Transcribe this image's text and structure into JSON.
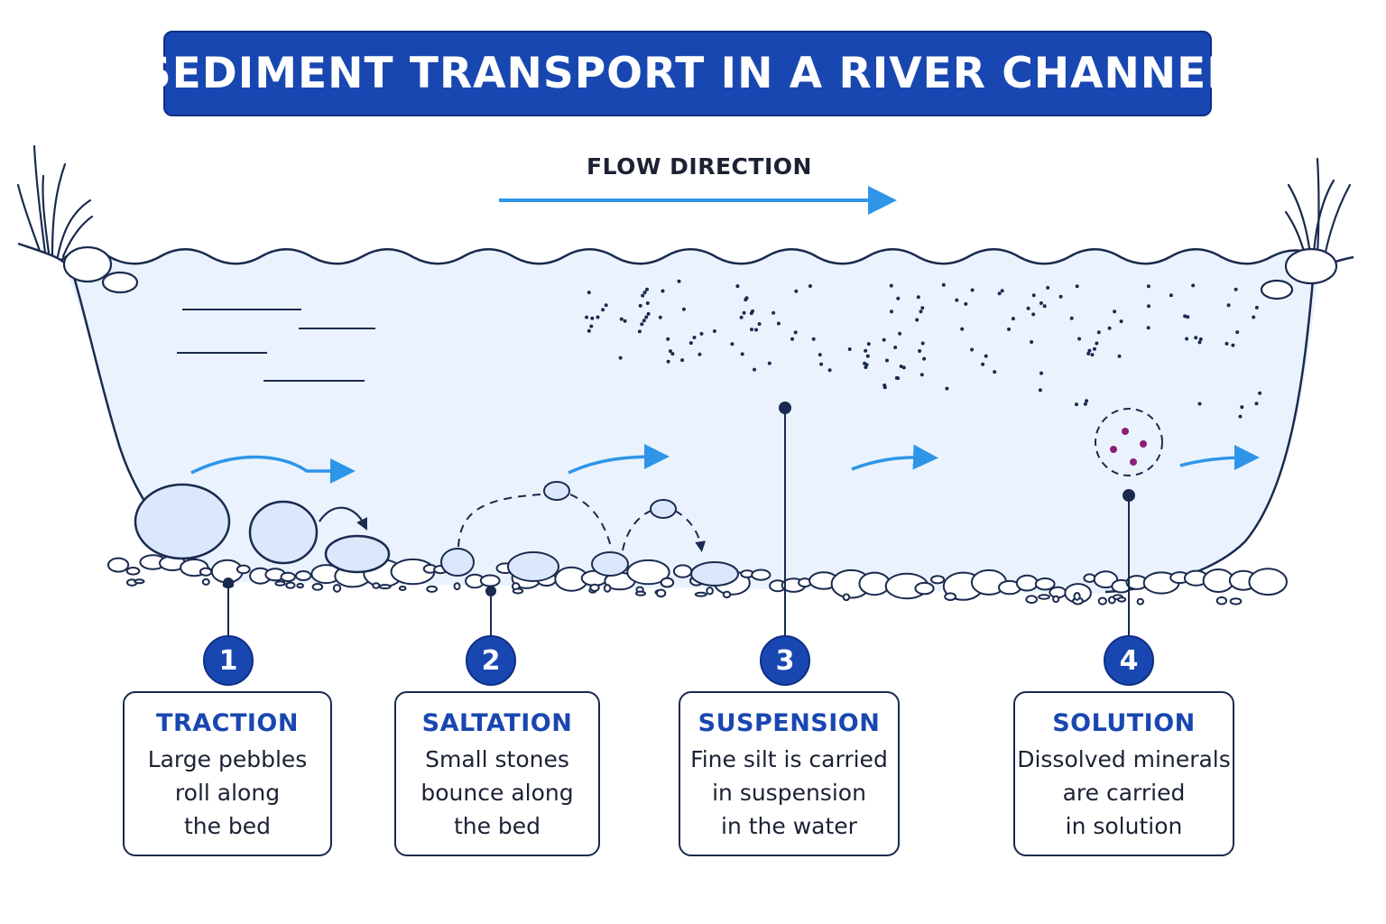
{
  "title": "SEDIMENT TRANSPORT IN A RIVER CHANNEL",
  "flow_label": "FLOW DIRECTION",
  "colors": {
    "accent": "#1947b1",
    "water": "#eaf3fd",
    "arrow": "#2f95e8",
    "outline": "#1a2a4f",
    "pebble": "#dbe7fb",
    "solute": "#8a1f7a"
  },
  "processes": [
    {
      "number": "1",
      "name": "TRACTION",
      "lines": [
        "Large pebbles",
        "roll along",
        "the bed"
      ]
    },
    {
      "number": "2",
      "name": "SALTATION",
      "lines": [
        "Small stones",
        "bounce along",
        "the bed"
      ]
    },
    {
      "number": "3",
      "name": "SUSPENSION",
      "lines": [
        "Fine silt is carried",
        "in suspension",
        "in the water"
      ]
    },
    {
      "number": "4",
      "name": "SOLUTION",
      "lines": [
        "Dissolved minerals",
        "are carried",
        "in solution"
      ]
    }
  ]
}
